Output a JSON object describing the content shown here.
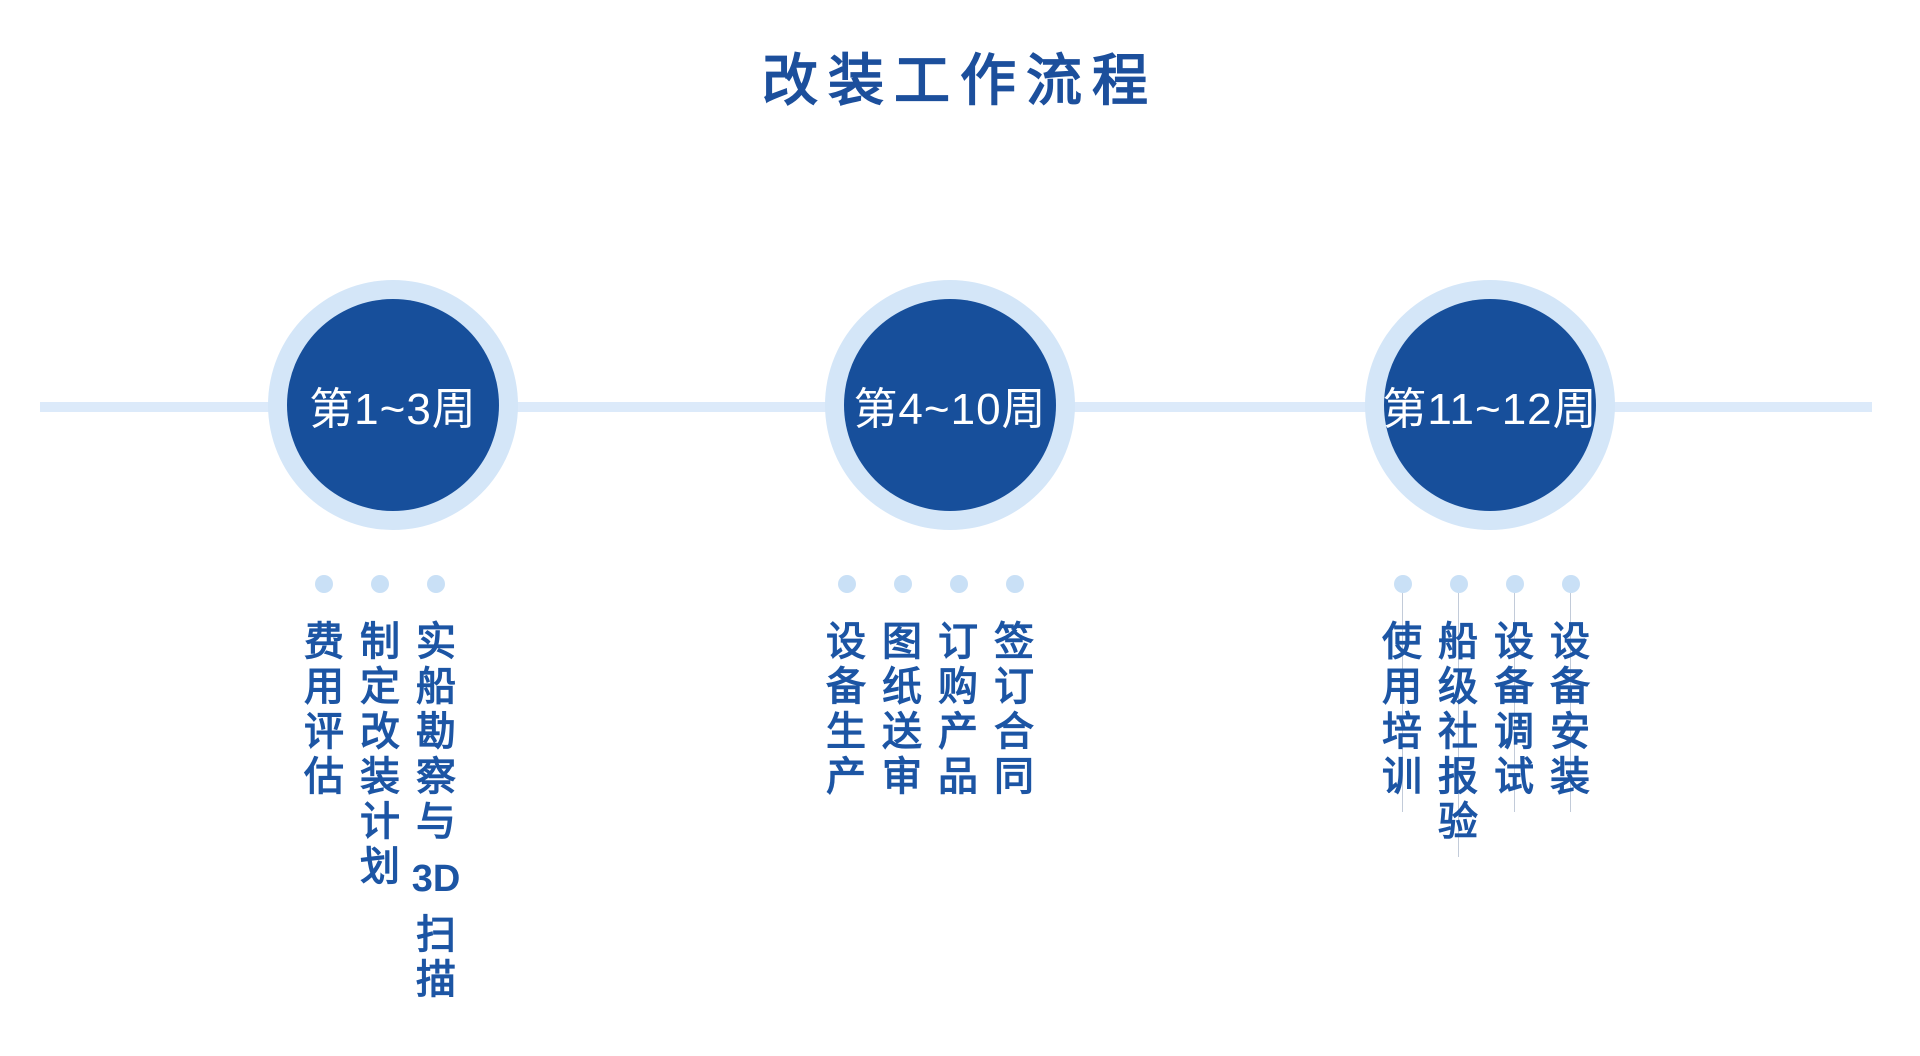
{
  "title": "改装工作流程",
  "colors": {
    "circle_fill": "#174F9B",
    "title_text": "#1C4F9C",
    "task_text": "#1C55A4",
    "circle_ring": "#D4E6F8",
    "timeline_line": "#DCEAFA",
    "dot": "#C9E0F6"
  },
  "stages": [
    {
      "label": "第1~3周",
      "tasks": [
        "实船勘察与3D扫描",
        "制定改装计划",
        "费用评估"
      ],
      "guides": false
    },
    {
      "label": "第4~10周",
      "tasks": [
        "签订合同",
        "订购产品",
        "图纸送审",
        "设备生产"
      ],
      "guides": false
    },
    {
      "label": "第11~12周",
      "tasks": [
        "设备安装",
        "设备调试",
        "船级社报验",
        "使用培训"
      ],
      "guides": true
    }
  ]
}
